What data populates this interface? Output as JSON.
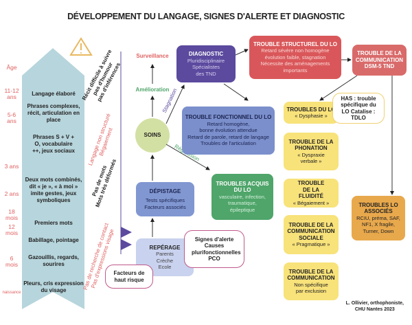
{
  "title": "DÉVELOPPEMENT DU LANGAGE, SIGNES D'ALERTE ET DIAGNOSTIC",
  "ages": [
    "Âge",
    "11-12 ans",
    "5-6 ans",
    "3 ans",
    "2 ans",
    "18 mois",
    "12 mois",
    "6 mois",
    "naissance"
  ],
  "milestones": [
    "Langage élaboré",
    "Phrases complexes, récit, articulation en place",
    "Phrases S + V + O, vocabulaire ++, jeux sociaux",
    "Deux mots combinés, dit « je », « à moi » imite gestes, jeux symboliques",
    "Premiers mots",
    "Babillage, pointage",
    "Gazouillis, regards, sourires",
    "Pleurs, cris expression du visage"
  ],
  "warnings": {
    "recit": [
      "Récit difficile à suivre",
      "pas d'humour",
      "pas d'inférences"
    ],
    "langage": [
      "Langage non structuré",
      "Bégaiement"
    ],
    "mots": [
      "Pas de mots",
      "Mots très déformés"
    ],
    "contact": [
      "Pas de recherche de contact",
      "Pas d'expressions visage"
    ]
  },
  "flow": {
    "surveillance": "Surveillance",
    "amelioration": "Amélioration",
    "soins": "SOINS",
    "stagnation": "Stagnation",
    "regression": "Régression",
    "diagnostic": {
      "title": "DIAGNOSTIC",
      "lines": [
        "Pluridisciplinaire",
        "Spécialistes",
        "des TND"
      ]
    },
    "structurel": {
      "title": "TROUBLE STRUCTUREL DU LO",
      "lines": [
        "Retard sévère non homogène",
        "évolution faible, stagnation",
        "Nécessite des aménagements",
        "importants"
      ]
    },
    "communication_dsm": {
      "title": "TROUBLE DE LA COMMUNICATION DSM-5 TND"
    },
    "fonctionnel": {
      "title": "TROUBLE FONCTIONNEL DU LO",
      "lines": [
        "Retard homogène,",
        "bonne évolution attendue",
        "Retard de parole, retard de langage",
        "Troubles de l'articulation"
      ]
    },
    "acquis": {
      "title": "TROUBLES ACQUIS DU LO",
      "lines": [
        "vasculaire, infection,",
        "traumatique,",
        "épileptique"
      ]
    },
    "depistage": {
      "title": "DÉPISTAGE",
      "lines": [
        "Tests spécifiques",
        "Facteurs associés"
      ]
    },
    "reperage": {
      "title": "REPÉRAGE",
      "lines": [
        "Parents",
        "Crèche",
        "Ecole"
      ]
    },
    "signes": "Signes d'alerte Causes plurifonctionnelles PCO",
    "facteurs": "Facteurs de haut risque"
  },
  "troubles": [
    {
      "title": "TROUBLES DU LO",
      "sub": "« Dysphasie »"
    },
    {
      "title": "TROUBLE DE LA PHONATION",
      "sub": "« Dyspraxie verbale »"
    },
    {
      "title": "TROUBLE DE LA FLUIDITÉ",
      "sub": "« Bégaiement »"
    },
    {
      "title": "TROUBLE DE LA COMMUNICATION SOCIALE",
      "sub": "« Pragmatique »"
    },
    {
      "title": "TROUBLE DE LA COMMUNICATION",
      "sub": "Non spécifique par exclusion"
    }
  ],
  "has": "HAS : trouble spécifique du LO Catalise : TDLO",
  "associes": {
    "title": "TROUBLES LO ASSOCIÉS",
    "lines": "RCIU, préma, SAF, NF1, X fragile, Turner, Down"
  },
  "credit": [
    "L. Ollivier, orthophoniste,",
    "CHU Nantes 2023"
  ],
  "colors": {
    "arrow": "#b7d5dc",
    "diagnostic": "#5b4a9e",
    "structurel": "#d9575a",
    "fonctionnel": "#7b8fcc",
    "acquis": "#4fa56a",
    "depistage": "#8197d2",
    "reperage": "#c9d2ee",
    "yellow": "#f8e27a",
    "orange": "#e8a84c",
    "red": "#e06060",
    "green": "#4fa56a"
  }
}
